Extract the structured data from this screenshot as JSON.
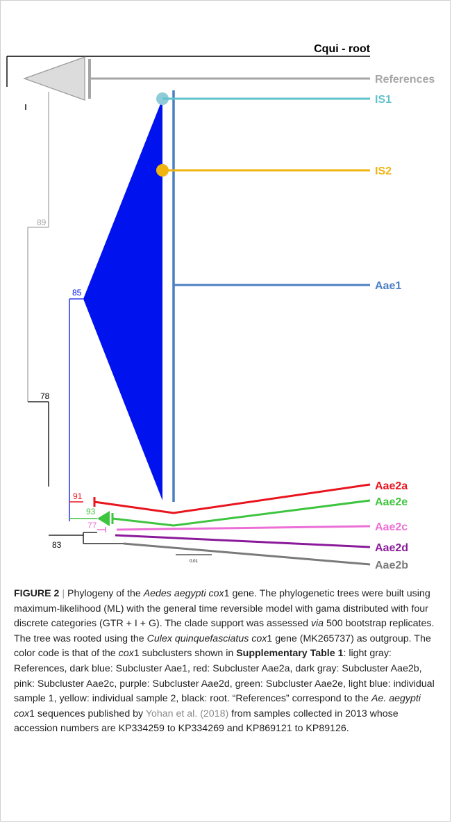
{
  "figure": {
    "tip_labels": {
      "root": "Cqui - root",
      "references": "References",
      "is1": "IS1",
      "is2": "IS2",
      "aae1": "Aae1",
      "aae2a": "Aae2a",
      "aae2e": "Aae2e",
      "aae2c": "Aae2c",
      "aae2d": "Aae2d",
      "aae2b": "Aae2b"
    },
    "bootstrap": {
      "b89": "89",
      "b85": "85",
      "b78": "78",
      "b91": "91",
      "b93": "93",
      "b77": "77",
      "b83": "83"
    },
    "scale_bar": "0.01",
    "colors": {
      "root": "#000000",
      "references": "#a6a6a6",
      "is1": "#5fc2cc",
      "is2": "#f0b410",
      "aae1": "#4a7fc1",
      "aae1_clade": "#0012ee",
      "aae2a": "#e8141e",
      "aae2e": "#3fc43f",
      "aae2c": "#ec6ed6",
      "aae2d": "#8a1a9a",
      "aae2b": "#7a7a7a"
    }
  },
  "caption": {
    "label": "FIGURE 2",
    "separator": "|",
    "seg1": "Phylogeny of the ",
    "species1": "Aedes aegypti",
    "seg2": " ",
    "gene1": "cox",
    "seg3": "1 gene. The phylogenetic trees were built using maximum-likelihood (ML) with the general time reversible model with gama distributed with four discrete categories (GTR + I + G). The clade support was assessed ",
    "via": "via",
    "seg4": " 500 bootstrap replicates. The tree was rooted using the ",
    "species2": "Culex quinquefasciatus",
    "seg5": " ",
    "gene2": "cox",
    "seg6": "1 gene (MK265737) as outgroup. The color code is that of the ",
    "gene3": "cox",
    "seg7": "1 subclusters shown in ",
    "table_ref": "Supplementary Table 1",
    "seg8": ": light gray: References, dark blue: Subcluster Aae1, red: Subcluster Aae2a, dark gray: Subcluster Aae2b, pink: Subcluster Aae2c, purple: Subcluster Aae2d, green: Subcluster Aae2e, light blue: individual sample 1, yellow: individual sample 2, black: root. “References” correspond to the ",
    "species3": "Ae. aegypti",
    "seg9": " ",
    "gene4": "cox",
    "seg10": "1 sequences published by ",
    "cite": "Yohan et al. (2018)",
    "seg11": " from samples collected in 2013 whose accession numbers are KP334259 to KP334269 and KP869121 to KP89126."
  }
}
